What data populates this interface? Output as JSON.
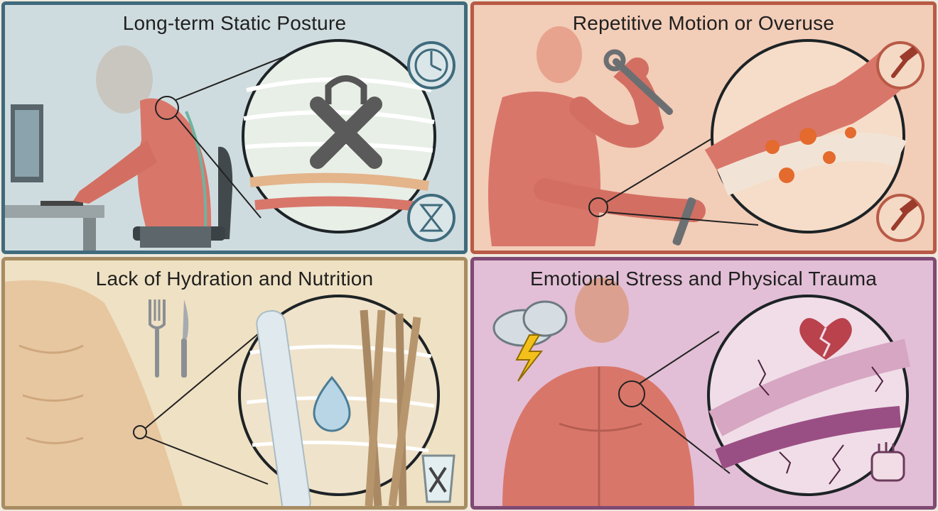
{
  "panels": [
    {
      "title": "Long-term Static Posture",
      "icons": [
        "clock-icon",
        "lock-icon",
        "hourglass-icon"
      ]
    },
    {
      "title": "Repetitive Motion or Overuse",
      "icons": [
        "hammer-icon",
        "wrench-icon"
      ]
    },
    {
      "title": "Lack of Hydration and Nutrition",
      "icons": [
        "fork-icon",
        "knife-icon",
        "water-drop-icon",
        "empty-glass-icon"
      ]
    },
    {
      "title": "Emotional Stress and Physical Trauma",
      "icons": [
        "storm-cloud-icon",
        "lightning-icon",
        "broken-heart-icon",
        "fist-icon"
      ]
    }
  ],
  "colors": {
    "muscle": "#d9766a",
    "fascia": "#f4f1ea",
    "posture_border": "#3f6b7d",
    "overuse_border": "#b85a46",
    "hydration_border": "#a88c62",
    "stress_border": "#7f4a73"
  }
}
